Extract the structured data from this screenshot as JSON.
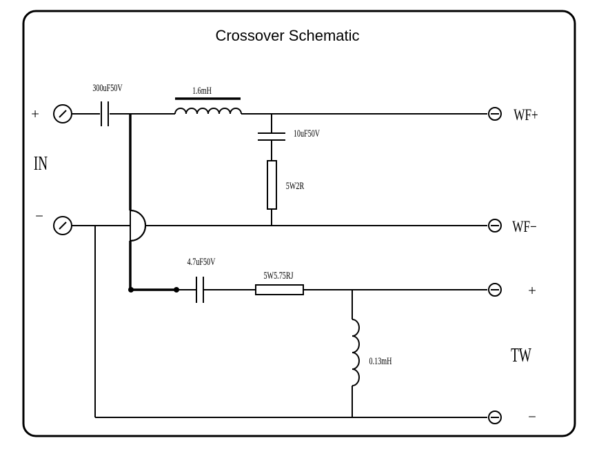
{
  "title": "Crossover Schematic",
  "input": {
    "label": "IN",
    "plus": "+",
    "minus": "−"
  },
  "components": {
    "c_in": "300uF50V",
    "l_woofer": "1.6mH",
    "c_zobel": "10uF50V",
    "r_zobel": "5W2R",
    "c_tweeter": "4.7uF50V",
    "r_tweeter": "5W5.75RJ",
    "l_tweeter": "0.13mH"
  },
  "outputs": {
    "wf_plus": "WF+",
    "wf_minus": "WF−",
    "tw_plus": "+",
    "tw_minus": "−",
    "tw_label": "TW"
  }
}
